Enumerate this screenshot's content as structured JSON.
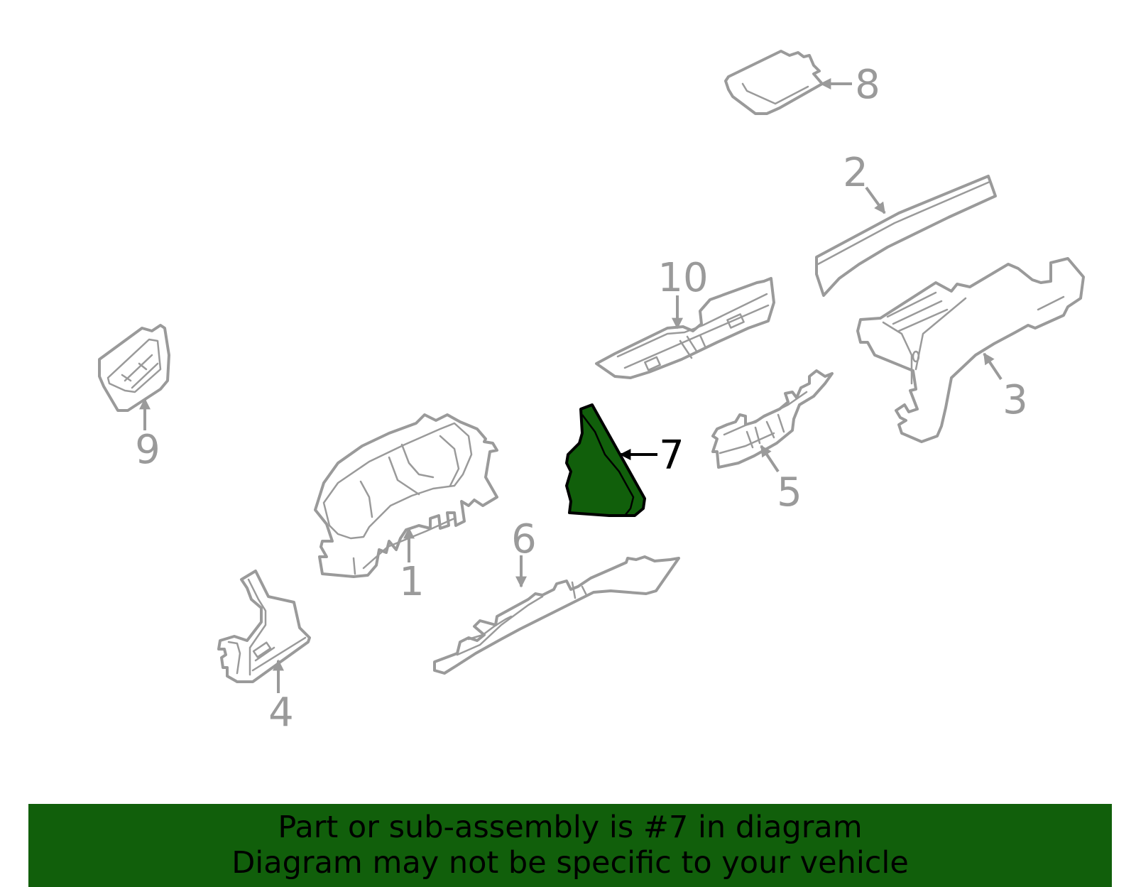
{
  "diagram": {
    "callouts": [
      "1",
      "2",
      "3",
      "4",
      "5",
      "6",
      "7",
      "8",
      "9",
      "10"
    ],
    "highlighted_callout": "7",
    "colors": {
      "part_outline": "#9a9a9a",
      "highlight_fill": "#115f0b",
      "highlight_outline": "#000000",
      "background": "#ffffff"
    }
  },
  "banner": {
    "line1": "Part or sub-assembly is #7 in diagram",
    "line2": "Diagram may not be specific to your vehicle"
  }
}
